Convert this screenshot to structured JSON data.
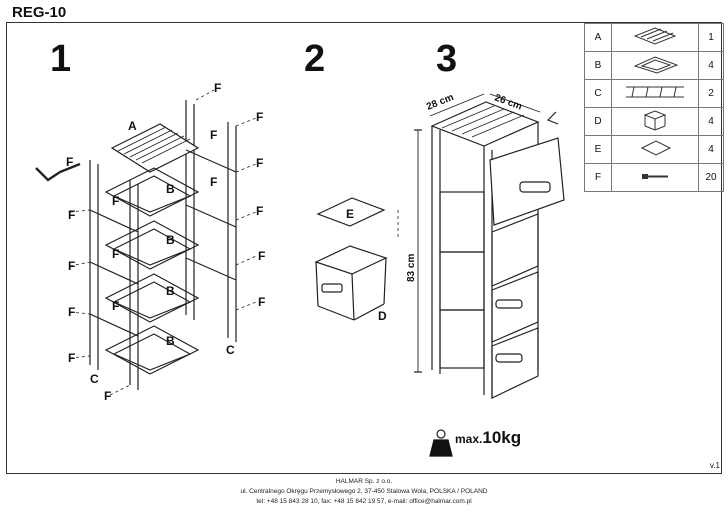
{
  "title": "REG-10",
  "steps": [
    "1",
    "2",
    "3"
  ],
  "labels": {
    "A": "A",
    "B": "B",
    "C": "C",
    "D": "D",
    "E": "E",
    "F": "F"
  },
  "dimensions": {
    "depth": "28 cm",
    "width": "26 cm",
    "height": "83 cm"
  },
  "max_load": {
    "prefix": "max.",
    "value": "10",
    "unit": "kg"
  },
  "parts": [
    {
      "letter": "A",
      "icon": "slatted-shelf-icon",
      "qty": "1"
    },
    {
      "letter": "B",
      "icon": "frame-shelf-icon",
      "qty": "4"
    },
    {
      "letter": "C",
      "icon": "ladder-side-icon",
      "qty": "2"
    },
    {
      "letter": "D",
      "icon": "fabric-box-icon",
      "qty": "4"
    },
    {
      "letter": "E",
      "icon": "box-bottom-board-icon",
      "qty": "4"
    },
    {
      "letter": "F",
      "icon": "screw-icon",
      "qty": "20"
    }
  ],
  "version": "v.1",
  "footer": {
    "company": "HALMAR Sp. z o.o.",
    "address": "ul. Centralnego Okręgu Przemysłowego 2, 37-450 Stalowa Wola, POLSKA / POLAND",
    "contact": "tel: +48 15 843 28 10, fax: +48 15 842 19 57, e-mail: office@halmar.com.pl"
  }
}
